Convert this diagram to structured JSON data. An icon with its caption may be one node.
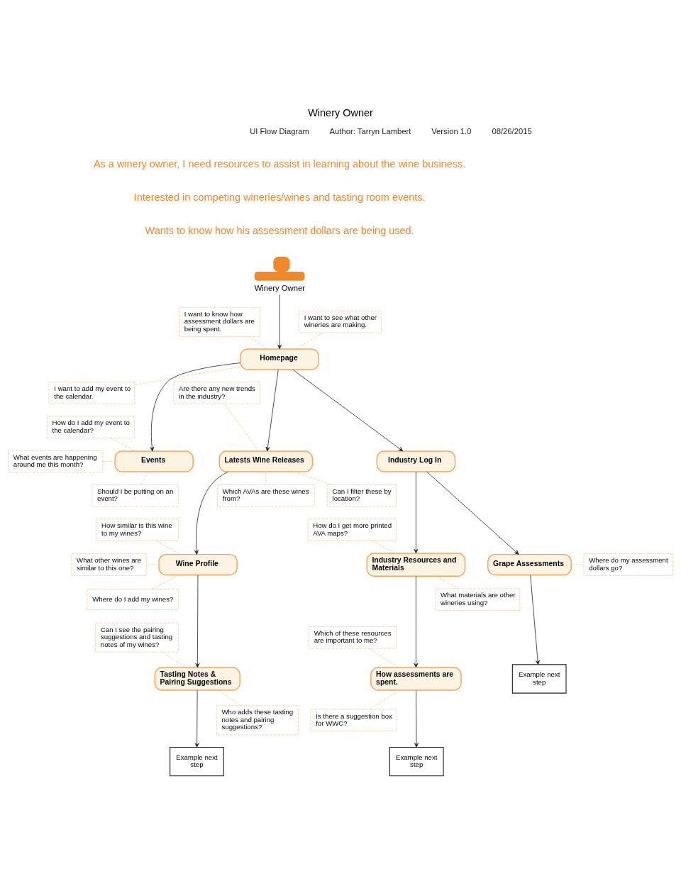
{
  "diagram": {
    "title": "Winery Owner",
    "nodes": [
      {
        "text": [
          "Winery Owner"
        ]
      },
      {
        "text": [
          "I want to know how assessment dollars are being spent."
        ]
      },
      {
        "text": [
          "I want to see what other wineries are making."
        ]
      },
      {
        "text": [
          "Homepage"
        ]
      },
      {
        "text": [
          "I want to add my event to the calendar."
        ]
      },
      {
        "text": [
          "How do I add my event to the calendar?"
        ]
      },
      {
        "text": [
          "Are there any new trends in the industry?"
        ]
      },
      {
        "text": [
          "What events are happening around me this month?"
        ]
      },
      {
        "text": [
          "Events"
        ]
      },
      {
        "text": [
          "Latests Wine Releases"
        ]
      },
      {
        "text": [
          "Industry Log In"
        ]
      },
      {
        "text": [
          "Should I be putting on an event?"
        ]
      },
      {
        "text": [
          "Which AVAs are these wines from?"
        ]
      },
      {
        "text": [
          "Can I filter these by location?"
        ]
      },
      {
        "text": [
          "How similar is this wine to my wines?"
        ]
      },
      {
        "text": [
          "How do I get more printed AVA maps?"
        ]
      },
      {
        "text": [
          "What other wines are similar to this one?"
        ]
      },
      {
        "text": [
          "Wine Profile"
        ]
      },
      {
        "text": [
          "Industry Resources and Materials"
        ]
      },
      {
        "text": [
          "Grape Assessments"
        ]
      },
      {
        "text": [
          "Where do my assessment dollars go?"
        ]
      },
      {
        "text": [
          "Where do I add my wines?"
        ]
      },
      {
        "text": [
          "What materials are other wineries using?"
        ]
      },
      {
        "text": [
          "Example next step"
        ]
      },
      {
        "text": [
          "Which of these resources are important to me?"
        ]
      },
      {
        "text": [
          "Can I see the pairing suggestions and tasting notes of my wines?"
        ]
      },
      {
        "text": [
          "Tasting Notes & Pairing Suggestions"
        ]
      },
      {
        "text": [
          "How assessments are spent."
        ]
      },
      {
        "text": [
          "Who adds these tasting notes and pairing suggestions?"
        ]
      },
      {
        "text": [
          "Is there a suggestion box for WWC?"
        ]
      },
      {
        "text": [
          "Example next step"
        ]
      },
      {
        "text": [
          "Example next step"
        ]
      }
    ],
    "edges": [
      {
        "from": 0,
        "to": 3,
        "arrow": "to",
        "color": "#222222"
      },
      {
        "from": 1,
        "to": 3,
        "arrow": "none",
        "style": "dashed"
      },
      {
        "from": 2,
        "to": 3,
        "arrow": "none",
        "style": "dashed"
      },
      {
        "from": 3,
        "to": 8,
        "arrow": "to",
        "color": "#222222"
      },
      {
        "from": 3,
        "to": 9,
        "arrow": "to",
        "color": "#222222"
      },
      {
        "from": 3,
        "to": 10,
        "arrow": "to",
        "color": "#222222"
      },
      {
        "from": 3,
        "to": 4,
        "arrow": "none",
        "style": "dashed"
      },
      {
        "from": 5,
        "to": 8,
        "arrow": "none",
        "style": "dashed"
      },
      {
        "from": 7,
        "to": 8,
        "arrow": "none",
        "style": "dashed"
      },
      {
        "from": 11,
        "to": 8,
        "arrow": "none",
        "style": "dashed"
      },
      {
        "from": 6,
        "to": 9,
        "arrow": "none",
        "style": "dashed"
      },
      {
        "from": 9,
        "to": 12,
        "arrow": "none",
        "style": "dashed"
      },
      {
        "from": 9,
        "to": 13,
        "arrow": "none",
        "style": "dashed"
      },
      {
        "from": 9,
        "to": 17,
        "arrow": "to",
        "color": "#222222"
      },
      {
        "from": 10,
        "to": 18,
        "arrow": "to",
        "color": "#222222"
      },
      {
        "from": 10,
        "to": 19,
        "arrow": "to",
        "color": "#222222"
      },
      {
        "from": 14,
        "to": 17,
        "arrow": "none",
        "style": "dashed"
      },
      {
        "from": 16,
        "to": 17,
        "arrow": "none",
        "style": "dashed"
      },
      {
        "from": 21,
        "to": 17,
        "arrow": "none",
        "style": "dashed"
      },
      {
        "from": 15,
        "to": 18,
        "arrow": "none",
        "style": "dashed"
      },
      {
        "from": 18,
        "to": 22,
        "arrow": "none",
        "style": "dashed"
      },
      {
        "from": 19,
        "to": 20,
        "arrow": "none",
        "style": "dashed"
      },
      {
        "from": 19,
        "to": 23,
        "arrow": "to",
        "color": "#222222"
      },
      {
        "from": 17,
        "to": 26,
        "arrow": "to",
        "color": "#222222"
      },
      {
        "from": 18,
        "to": 27,
        "arrow": "to",
        "color": "#222222"
      },
      {
        "from": 25,
        "to": 26,
        "arrow": "none",
        "style": "dashed"
      },
      {
        "from": 28,
        "to": 26,
        "arrow": "none",
        "style": "dashed"
      },
      {
        "from": 27,
        "to": 24,
        "arrow": "none",
        "style": "dashed"
      },
      {
        "from": 27,
        "to": 29,
        "arrow": "none",
        "style": "dashed"
      },
      {
        "from": 26,
        "to": 30,
        "arrow": "to",
        "color": "#222222"
      },
      {
        "from": 27,
        "to": 31,
        "arrow": "to",
        "color": "#222222"
      }
    ],
    "labels": [
      "UI Flow Diagram",
      "Author: Tarryn Lambert",
      "Version 1.0",
      "08/26/2015",
      "As a winery owner, I need resources to assist in learning about the wine business.",
      "Interested in competing wineries/wines and tasting room events.",
      "Wants to know how his assessment dollars are being used."
    ]
  }
}
